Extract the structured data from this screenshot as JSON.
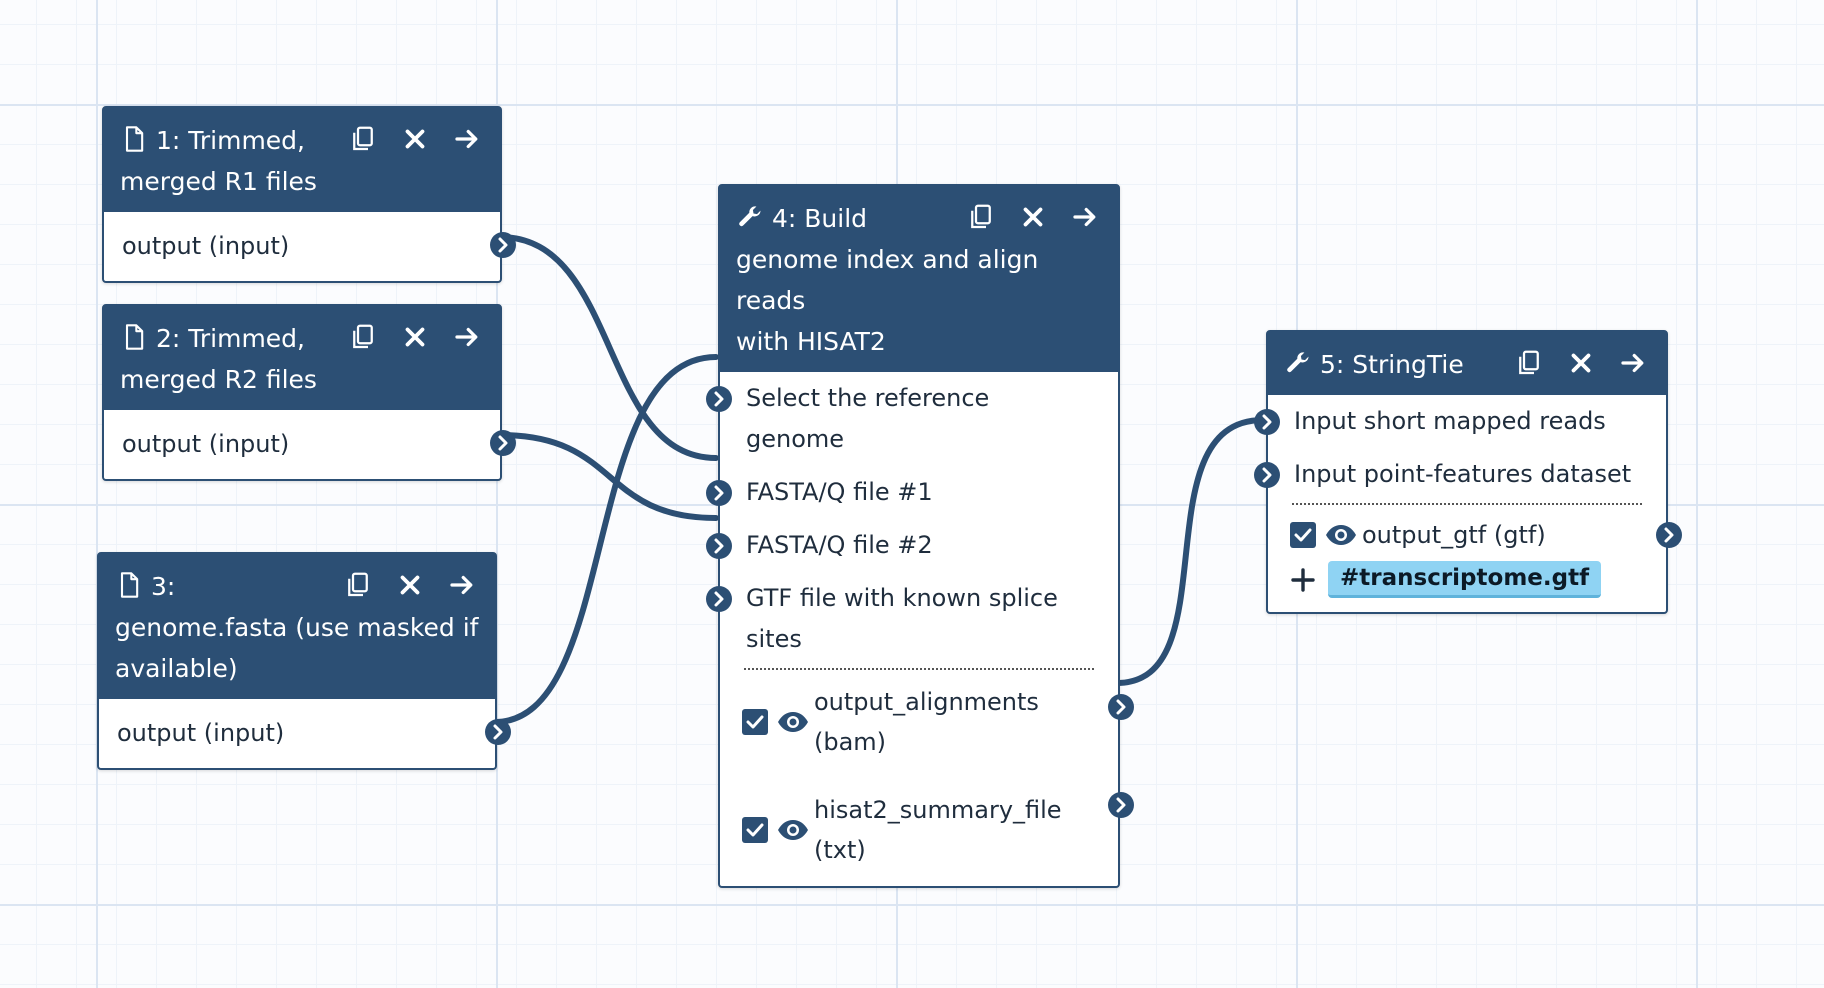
{
  "nodes": {
    "n1": {
      "title": "1: Trimmed,",
      "title2": "merged R1 files",
      "output": "output (input)"
    },
    "n2": {
      "title": "2: Trimmed,",
      "title2": "merged R2 files",
      "output": "output (input)"
    },
    "n3": {
      "title": "3:",
      "title2": "genome.fasta (use masked if",
      "title3": "available)",
      "output": "output (input)"
    },
    "n4": {
      "title": "4: Build",
      "title2": "genome index and align reads",
      "title3": "with HISAT2",
      "inputs": [
        "Select the reference",
        "genome",
        "FASTA/Q file #1",
        "FASTA/Q file #2",
        "GTF file with known splice",
        "sites"
      ],
      "outputs": [
        {
          "line1": "output_alignments",
          "line2": "(bam)"
        },
        {
          "line1": "hisat2_summary_file",
          "line2": "(txt)"
        }
      ]
    },
    "n5": {
      "title": "5: StringTie",
      "inputs": [
        "Input short mapped reads",
        "Input point-features dataset"
      ],
      "output": "output_gtf (gtf)",
      "tag": "#transcriptome.gtf"
    }
  },
  "icons": {
    "dataset": "file-icon",
    "tool": "wrench-icon",
    "copy": "copy-icon",
    "remove": "close-icon",
    "goto": "arrow-right-icon",
    "terminal": "chevron-right-icon",
    "checkbox": "checkbox-checked-icon",
    "visible": "eye-icon",
    "addtag": "plus-icon"
  },
  "colors": {
    "node_header": "#2c4f74",
    "edge": "#2c4f74",
    "tag": "#8fd3f3"
  }
}
